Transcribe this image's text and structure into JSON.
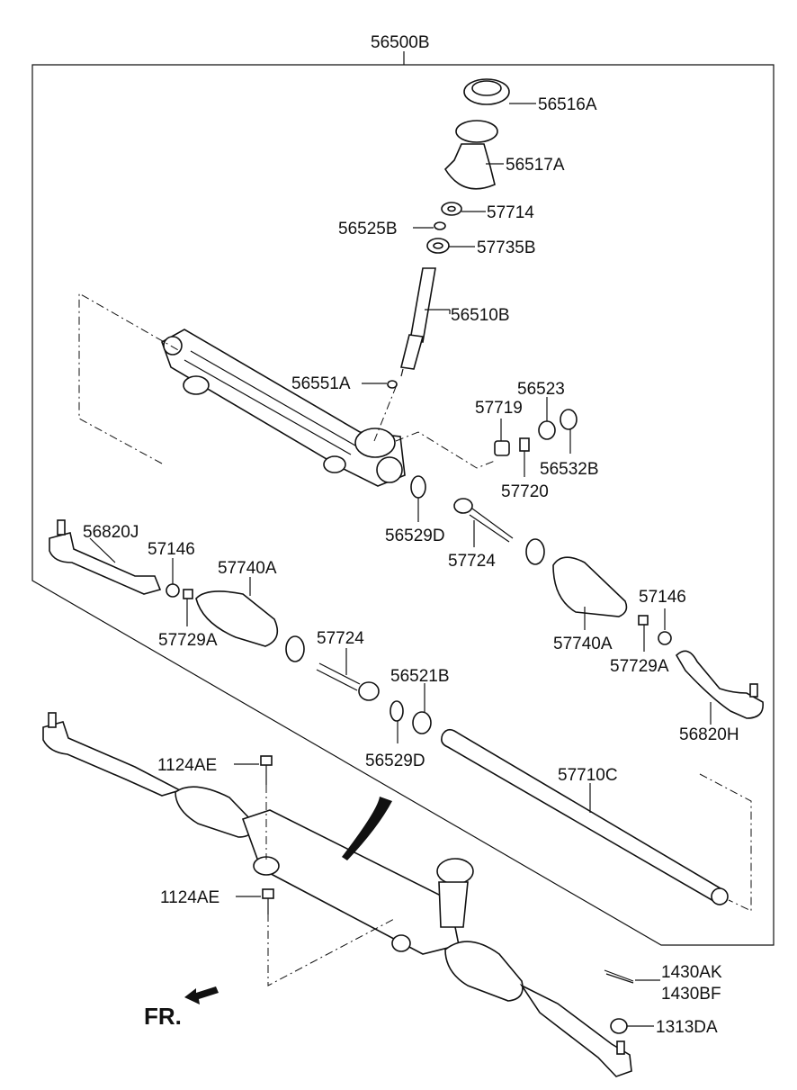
{
  "assembly_label": "56500B",
  "front_label": "FR.",
  "parts": {
    "p56516A": "56516A",
    "p56517A": "56517A",
    "p57714": "57714",
    "p56525B": "56525B",
    "p57735B": "57735B",
    "p56510B": "56510B",
    "p56551A": "56551A",
    "p56523": "56523",
    "p57719": "57719",
    "p56532B": "56532B",
    "p57720": "57720",
    "p56529D_a": "56529D",
    "p57724_a": "57724",
    "p56820J": "56820J",
    "p57146_a": "57146",
    "p57740A_a": "57740A",
    "p57729A_a": "57729A",
    "p57724_b": "57724",
    "p56521B": "56521B",
    "p56529D_b": "56529D",
    "p57146_b": "57146",
    "p57740A_b": "57740A",
    "p57729A_b": "57729A",
    "p56820H": "56820H",
    "p57710C": "57710C",
    "p1124AE_a": "1124AE",
    "p1124AE_b": "1124AE",
    "p1430AK": "1430AK",
    "p1430BF": "1430BF",
    "p1313DA": "1313DA"
  }
}
